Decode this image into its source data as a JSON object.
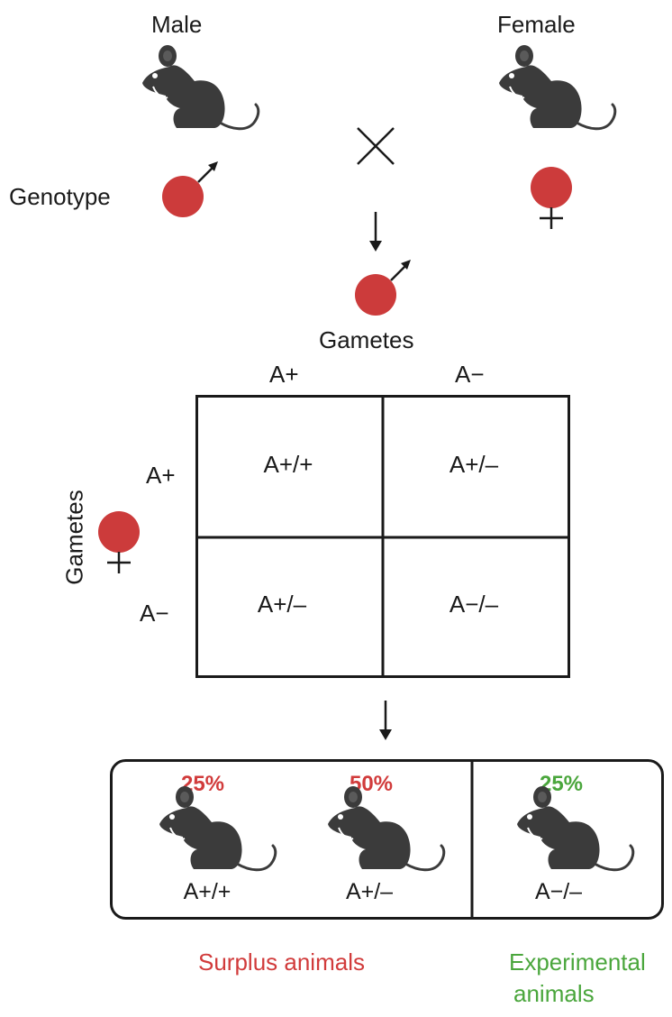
{
  "parents": {
    "male_label": "Male",
    "female_label": "Female",
    "genotype_label": "Genotype"
  },
  "gametes_label_top": "Gametes",
  "gametes_label_side": "Gametes",
  "punnett": {
    "col_headers": [
      "A+",
      "A−"
    ],
    "row_headers": [
      "A+",
      "A−"
    ],
    "cells": [
      [
        "A+/+",
        "A+/–"
      ],
      [
        "A+/–",
        "A−/–"
      ]
    ]
  },
  "offspring": [
    {
      "percent": "25%",
      "genotype": "A+/+"
    },
    {
      "percent": "50%",
      "genotype": "A+/–"
    },
    {
      "percent": "25%",
      "genotype": "A−/–"
    }
  ],
  "groups": {
    "surplus": "Surplus animals",
    "experimental_line1": "Experimental",
    "experimental_line2": "animals"
  },
  "colors": {
    "symbol_fill": "#cc3b3b",
    "surplus": "#d13b3b",
    "experimental": "#4aa63c",
    "mouse": "#3b3b3b"
  }
}
